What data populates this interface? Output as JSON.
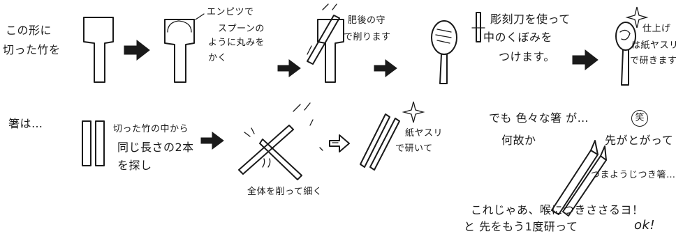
{
  "row1": {
    "intro_line1": "この形に",
    "intro_line2": "切った竹を",
    "pencil_label": "エンピツで",
    "spoon_line1": "スプーンの",
    "spoon_line2": "ように丸みを",
    "spoon_line3": "かく",
    "higo_line1": "肥後の守",
    "higo_line2": "で削ります",
    "chisel_line1": "彫刻刀を使って",
    "chisel_line2": "中のくぼみを",
    "chisel_line3": "つけます。",
    "finish_line1": "仕上げ",
    "finish_line2": "は紙ヤスリ",
    "finish_line3": "で研きます"
  },
  "row2": {
    "hashi_label": "箸は…",
    "pick_line1": "切った竹の中から",
    "pick_line2": "同じ長さの2本",
    "pick_line3": "を探し",
    "shave_label": "全体を削って細く",
    "sand_line1": "紙ヤスリ",
    "sand_line2": "で研いて",
    "various_line1": "でも 色々な箸 が…",
    "laugh_mark": "笑",
    "various_line2": "何故か",
    "pointed_label": "先がとがって",
    "tsuma_label": "つまようじつき箸…",
    "throat_label": "これじゃあ、喉につきささるヨ！",
    "resharpen_label": "と 先をもう1度研って",
    "ok_label": "ok!"
  }
}
